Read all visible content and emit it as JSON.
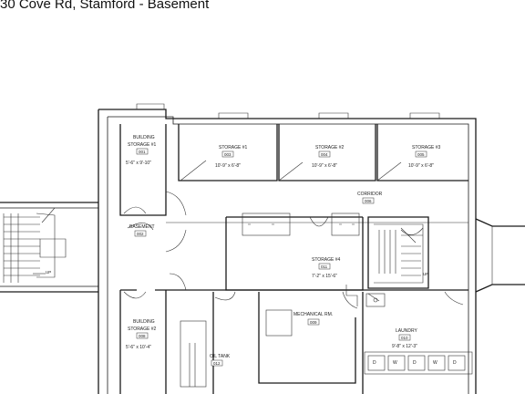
{
  "title": "30 Cove Rd, Stamford - Basement",
  "rooms": {
    "building_storage_1": {
      "name_line1": "BUILDING",
      "name_line2": "STORAGE #1",
      "tag": "001",
      "dims": "5'-6\" x 9'-10\""
    },
    "building_storage_2": {
      "name_line1": "BUILDING",
      "name_line2": "STORAGE #2",
      "tag": "008",
      "dims": "5'-6\" x 10'-4\""
    },
    "basement": {
      "name": "BASEMENT",
      "tag": "002"
    },
    "storage_1": {
      "name": "STORAGE #1",
      "tag": "003",
      "dims": "10'-9\" x 6'-8\""
    },
    "storage_2": {
      "name": "STORAGE #2",
      "tag": "004",
      "dims": "10'-9\" x 6'-8\""
    },
    "storage_3": {
      "name": "STORAGE #3",
      "tag": "005",
      "dims": "10'-9\" x 6'-8\""
    },
    "corridor": {
      "name": "CORRIDOR",
      "tag": "006"
    },
    "storage_4": {
      "name": "STORAGE #4",
      "tag": "011",
      "dims": "7'-2\" x 15'-6\""
    },
    "mechanical": {
      "name": "MECHANICAL RM.",
      "tag": "009"
    },
    "laundry": {
      "name": "LAUNDRY",
      "tag": "010",
      "dims": "9'-8\" x 12'-3\""
    },
    "oil_tank": {
      "name": "OIL TANK",
      "tag": "012"
    }
  },
  "stairs": {
    "left_up": "UP",
    "right_up": "UP"
  },
  "appliances": [
    "D",
    "W",
    "D",
    "W",
    "D"
  ]
}
